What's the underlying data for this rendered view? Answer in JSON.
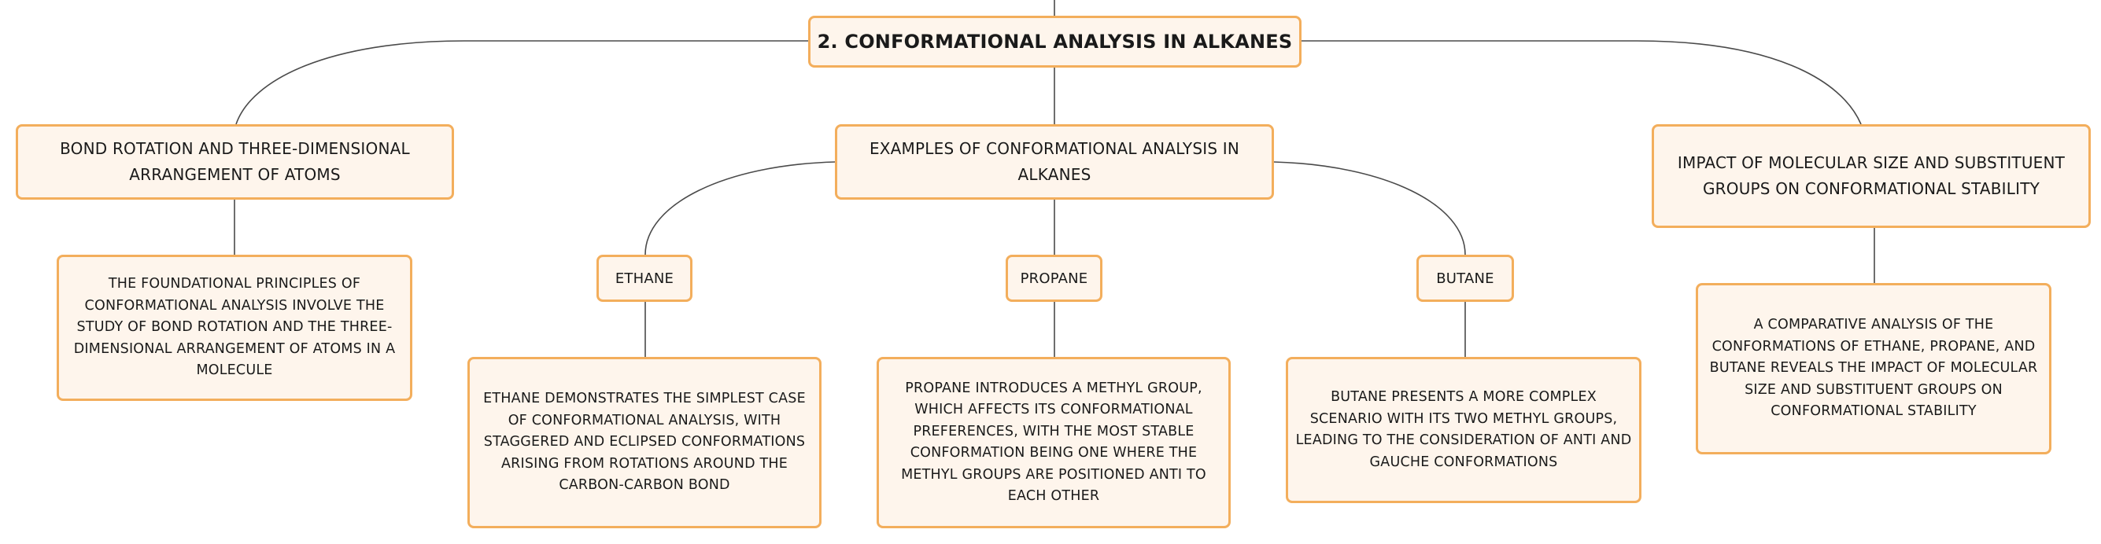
{
  "mindmap": {
    "root": "2. CONFORMATIONAL ANALYSIS IN ALKANES",
    "branches": {
      "bond_rotation": {
        "title": "BOND ROTATION AND THREE-DIMENSIONAL ARRANGEMENT OF ATOMS",
        "detail": "THE FOUNDATIONAL PRINCIPLES OF CONFORMATIONAL ANALYSIS INVOLVE THE STUDY OF BOND ROTATION AND THE THREE-DIMENSIONAL ARRANGEMENT OF ATOMS IN A MOLECULE"
      },
      "examples": {
        "title": "EXAMPLES OF CONFORMATIONAL ANALYSIS IN ALKANES",
        "ethane": {
          "title": "ETHANE",
          "detail": "ETHANE DEMONSTRATES THE SIMPLEST CASE OF CONFORMATIONAL ANALYSIS, WITH STAGGERED AND ECLIPSED CONFORMATIONS ARISING FROM ROTATIONS AROUND THE CARBON-CARBON BOND"
        },
        "propane": {
          "title": "PROPANE",
          "detail": "PROPANE INTRODUCES A METHYL GROUP, WHICH AFFECTS ITS CONFORMATIONAL PREFERENCES, WITH THE MOST STABLE CONFORMATION BEING ONE WHERE THE METHYL GROUPS ARE POSITIONED ANTI TO EACH OTHER"
        },
        "butane": {
          "title": "BUTANE",
          "detail": "BUTANE PRESENTS A MORE COMPLEX SCENARIO WITH ITS TWO METHYL GROUPS, LEADING TO THE CONSIDERATION OF ANTI AND GAUCHE CONFORMATIONS"
        }
      },
      "impact": {
        "title": "IMPACT OF MOLECULAR SIZE AND SUBSTITUENT GROUPS ON CONFORMATIONAL STABILITY",
        "detail": "A COMPARATIVE ANALYSIS OF THE CONFORMATIONS OF ETHANE, PROPANE, AND BUTANE REVEALS THE IMPACT OF MOLECULAR SIZE AND SUBSTITUENT GROUPS ON CONFORMATIONAL STABILITY"
      }
    }
  }
}
